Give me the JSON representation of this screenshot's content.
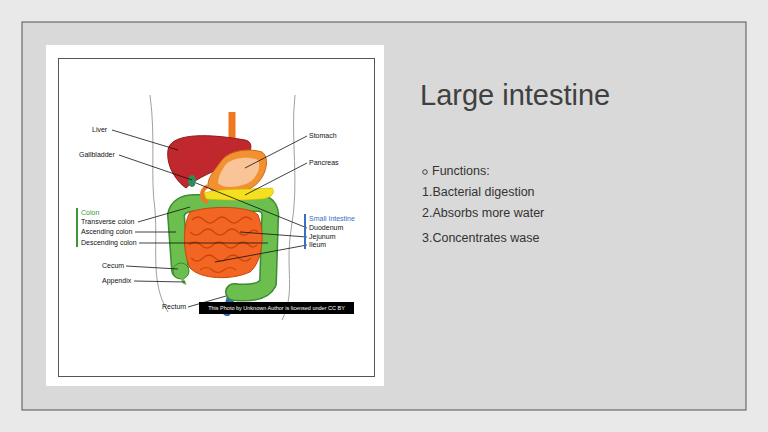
{
  "diagram": {
    "title": "Large intestine",
    "nodes": [
      {
        "text": [
          "This Photo by Unknown Author is licensed under CC BY"
        ]
      }
    ],
    "labels": [
      "Liver",
      "Gallbladder",
      "Stomach",
      "Pancreas",
      "Colon",
      "Transverse colon",
      "Ascending colon",
      "Descending colon",
      "Small Intestine",
      "Duodenum",
      "Jejunum",
      "Ileum",
      "Cecum",
      "Appendix",
      "Rectum",
      "Functions:",
      "1.Bacterial digestion",
      "2.Absorbs more water",
      "3.Concentrates wase"
    ]
  }
}
